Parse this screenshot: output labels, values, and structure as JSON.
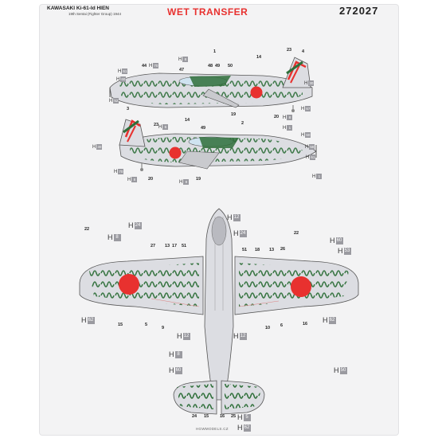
{
  "header": {
    "model": "KAWASAKI Ki-61-Id HIEN",
    "unit": "19th Sentai (Fighter Group) 1944",
    "title": "WET TRANSFER",
    "code": "272027"
  },
  "footer": "HGWMODELS.CZ",
  "callouts": {
    "c1": "1",
    "c48": "48",
    "c49": "49",
    "c50": "50",
    "c14a": "14",
    "c23a": "23",
    "c4": "4",
    "c44": "44",
    "c47": "47",
    "c19a": "19",
    "c20a": "20",
    "c3": "3",
    "c23b": "23",
    "c14b": "14",
    "c49b": "49",
    "c2": "2",
    "c20b": "20",
    "c19b": "19",
    "c22a": "22",
    "c27": "27",
    "c13a": "13",
    "c17": "17",
    "c51a": "51",
    "c51b": "51",
    "c18": "18",
    "c13b": "13",
    "c26": "26",
    "c22b": "22",
    "c15a": "15",
    "c5": "5",
    "c9": "9",
    "c10": "10",
    "c6": "6",
    "c16a": "16",
    "c24": "24",
    "c15b": "15",
    "c16b": "16",
    "c25": "25"
  },
  "labels": {
    "h8a": {
      "l": "H",
      "n": "8"
    },
    "h70a": {
      "l": "H",
      "n": "70"
    },
    "h61a": {
      "l": "H",
      "n": "61"
    },
    "h60a": {
      "l": "H",
      "n": "60"
    },
    "h30a": {
      "l": "H",
      "n": "30"
    },
    "h52a": {
      "l": "H",
      "n": "52"
    },
    "h67a": {
      "l": "H",
      "n": "67"
    },
    "h8b": {
      "l": "H",
      "n": "8"
    },
    "h1a": {
      "l": "H",
      "n": "1"
    },
    "h6a": {
      "l": "H",
      "n": "6"
    },
    "h60b": {
      "l": "H",
      "n": "60"
    },
    "h30b": {
      "l": "H",
      "n": "30"
    },
    "h58a": {
      "l": "H",
      "n": "58"
    },
    "h61b": {
      "l": "H",
      "n": "61"
    },
    "h70b": {
      "l": "H",
      "n": "70"
    },
    "h8c": {
      "l": "H",
      "n": "8"
    },
    "h8d": {
      "l": "H",
      "n": "8"
    },
    "h1b": {
      "l": "H",
      "n": "1"
    },
    "h24a": {
      "l": "H",
      "n": "24"
    },
    "h12a": {
      "l": "H",
      "n": "12"
    },
    "h24b": {
      "l": "H",
      "n": "24"
    },
    "h8e": {
      "l": "H",
      "n": "8"
    },
    "h60c": {
      "l": "H",
      "n": "60"
    },
    "h53a": {
      "l": "H",
      "n": "53"
    },
    "h62a": {
      "l": "H",
      "n": "62"
    },
    "h12b": {
      "l": "H",
      "n": "12"
    },
    "h12c": {
      "l": "H",
      "n": "12"
    },
    "h62b": {
      "l": "H",
      "n": "62"
    },
    "h8f": {
      "l": "H",
      "n": "8"
    },
    "h60d": {
      "l": "H",
      "n": "60"
    },
    "h50": {
      "l": "H",
      "n": "50"
    },
    "h5a": {
      "l": "H",
      "n": "5"
    },
    "h62c": {
      "l": "H",
      "n": "62"
    }
  },
  "colors": {
    "hinomaru": "#e8312f",
    "camo_green": "#2f6f3a",
    "camo_light": "#b9d3b6",
    "airframe": "#dcdde2",
    "outline": "#555",
    "title_red": "#e8312f"
  }
}
